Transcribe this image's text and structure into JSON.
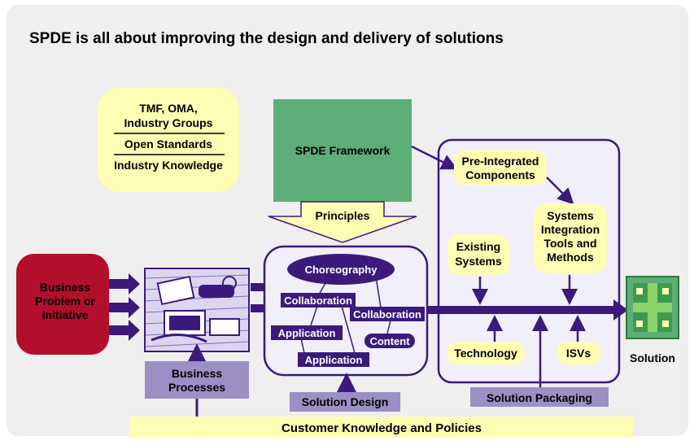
{
  "title": "SPDE is all about improving the design and delivery of solutions",
  "standards_box": {
    "line1": "TMF, OMA,",
    "line2": "Industry Groups",
    "line3": "Open Standards",
    "line4": "Industry Knowledge"
  },
  "framework_label": "SPDE Framework",
  "principles_label": "Principles",
  "business_problem": {
    "line1": "Business",
    "line2": "Problem or",
    "line3": "Initiative"
  },
  "business_processes": {
    "line1": "Business",
    "line2": "Processes"
  },
  "design_box": {
    "choreography": "Choreography",
    "collaboration_left": "Collaboration",
    "collaboration_right": "Collaboration",
    "application_top": "Application",
    "application_bottom": "Application",
    "content": "Content"
  },
  "solution_design_label": "Solution Design",
  "packaging_box": {
    "pre_integrated": {
      "line1": "Pre-Integrated",
      "line2": "Components"
    },
    "systems_integration": {
      "line1": "Systems",
      "line2": "Integration",
      "line3": "Tools and",
      "line4": "Methods"
    },
    "existing_systems": {
      "line1": "Existing",
      "line2": "Systems"
    },
    "technology": "Technology",
    "isvs": "ISVs"
  },
  "solution_packaging_label": "Solution Packaging",
  "customer_knowledge_label": "Customer Knowledge and Policies",
  "solution_label": "Solution",
  "colors": {
    "panel_bg": "#efefef",
    "yellow": "#fefdb4",
    "green": "#5cad78",
    "purple": "#3b1a7c",
    "lavender": "#9b8fc4",
    "red": "#b20f2c",
    "design_bg": "#f1eff9"
  },
  "icons": {
    "office_clipart": "office-desk-clipart-icon",
    "solution_tile": "solution-puzzle-icon"
  }
}
